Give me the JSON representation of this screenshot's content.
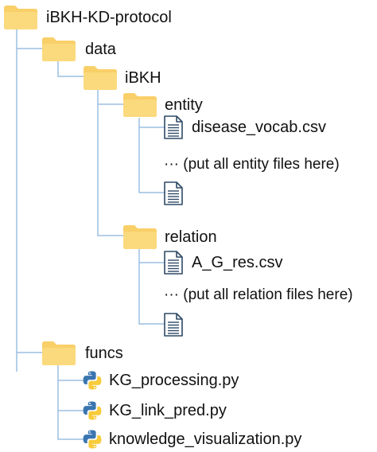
{
  "colors": {
    "connector": "#9bbfe3",
    "folder_body": "#fbd97d",
    "folder_tab": "#f9cf68",
    "file_stroke": "#2f4a66",
    "python_blue": "#3a75b0",
    "python_yellow": "#f8cb3c"
  },
  "tree": {
    "root": {
      "label": "iBKH-KD-protocol",
      "icon": "folder-icon"
    },
    "data": {
      "label": "data",
      "icon": "folder-icon"
    },
    "ibkh": {
      "label": "iBKH",
      "icon": "folder-icon"
    },
    "entity": {
      "label": "entity",
      "icon": "folder-icon",
      "file_1": {
        "label": "disease_vocab.csv",
        "icon": "document-icon"
      },
      "note": {
        "label": "···  (put all entity files here)"
      },
      "file_2": {
        "label": "",
        "icon": "document-icon"
      }
    },
    "relation": {
      "label": "relation",
      "icon": "folder-icon",
      "file_1": {
        "label": "A_G_res.csv",
        "icon": "document-icon"
      },
      "note": {
        "label": "···  (put all relation files here)"
      },
      "file_2": {
        "label": "",
        "icon": "document-icon"
      }
    },
    "funcs": {
      "label": "funcs",
      "icon": "folder-icon",
      "files": [
        {
          "label": "KG_processing.py",
          "icon": "python-icon"
        },
        {
          "label": "KG_link_pred.py",
          "icon": "python-icon"
        },
        {
          "label": "knowledge_visualization.py",
          "icon": "python-icon"
        }
      ]
    }
  }
}
